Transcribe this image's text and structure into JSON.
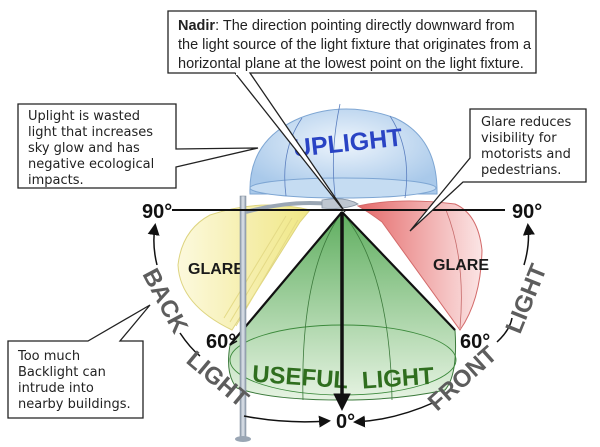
{
  "callouts": {
    "nadir": {
      "term": "Nadir",
      "lines": [
        ": The direction pointing directly downward from",
        "the light source of the light fixture that originates from a",
        "horizontal plane at the lowest point on the light fixture."
      ]
    },
    "uplight": {
      "lines": [
        "Uplight is wasted",
        "light that increases",
        "sky glow and has",
        "negative ecological",
        "impacts."
      ]
    },
    "glare": {
      "lines": [
        "Glare reduces",
        "visibility for",
        "motorists and",
        "pedestrians."
      ]
    },
    "backlight": {
      "lines": [
        "Too much",
        "Backlight can",
        "intrude into",
        "nearby buildings."
      ]
    }
  },
  "zones": {
    "uplight": "UPLIGHT",
    "glare_back": "GLARE",
    "glare_front": "GLARE",
    "useful_word1": "USEFUL",
    "useful_word2": "LIGHT"
  },
  "angles": {
    "left_90": "90°",
    "right_90": "90°",
    "left_60": "60°",
    "right_60": "60°",
    "bottom_0": "0°"
  },
  "arc_labels": {
    "back": "BACK",
    "back_light": "LIGHT",
    "front": "FRONT",
    "front_light": "LIGHT"
  },
  "colors": {
    "uplight_fill": "#bcd6f0",
    "uplight_text": "#2a44c4",
    "glare_back_fill": "#f4efa6",
    "glare_front_fill": "#eb8c8c",
    "useful_fill": "#8cc48c",
    "useful_text": "#2f6e1e",
    "arc_text": "#5d5d5d"
  }
}
